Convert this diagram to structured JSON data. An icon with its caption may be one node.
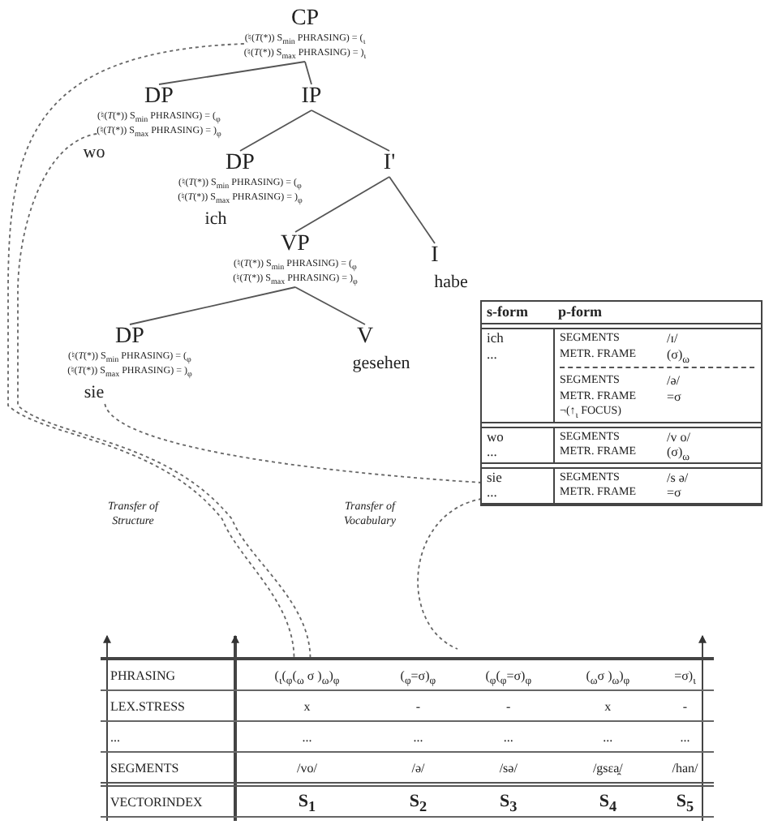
{
  "diagram": {
    "nodes": [
      {
        "text": [
          "CP",
          "(♮(*T*(*)) S$_{min}$ PHRASING) = ($_{ι}$",
          "(♮(*T*(*)) S$_{max}$ PHRASING) = )$_{ι}$"
        ]
      },
      {
        "text": [
          "DP",
          "(♮(*T*(*)) S$_{min}$ PHRASING) = ($_{φ}$",
          "(♮(*T*(*)) S$_{max}$ PHRASING) = )$_{φ}$",
          "wo"
        ]
      },
      {
        "text": [
          "IP"
        ]
      },
      {
        "text": [
          "DP",
          "(♮(*T*(*)) S$_{min}$ PHRASING) = ($_{φ}$",
          "(♮(*T*(*)) S$_{max}$ PHRASING) = )$_{φ}$",
          "ich"
        ]
      },
      {
        "text": [
          "I'"
        ]
      },
      {
        "text": [
          "VP",
          "(♮(*T*(*)) S$_{min}$ PHRASING) = ($_{φ}$",
          "(♮(*T*(*)) S$_{max}$ PHRASING) = )$_{φ}$"
        ]
      },
      {
        "text": [
          "I",
          "habe"
        ]
      },
      {
        "text": [
          "DP",
          "(♮(*T*(*)) S$_{min}$ PHRASING) = ($_{φ}$",
          "(♮(*T*(*)) S$_{max}$ PHRASING) = )$_{φ}$",
          "sie"
        ]
      },
      {
        "text": [
          "V",
          "gesehen"
        ]
      },
      {
        "text": [
          "s-form",
          "p-form"
        ]
      },
      {
        "text": [
          "ich",
          "...",
          "SEGMENTS",
          "/ɪ/",
          "METR. FRAME",
          "(σ)$_{ω}$",
          "SEGMENTS",
          "/ə/",
          "METR. FRAME",
          "=σ",
          "¬(↑$_{ι}$ FOCUS)"
        ],
        "in": 9
      },
      {
        "text": [
          "wo",
          "...",
          "SEGMENTS",
          "/v o/",
          "METR. FRAME",
          "(σ)$_{ω}$"
        ],
        "in": 9
      },
      {
        "text": [
          "sie",
          "...",
          "SEGMENTS",
          "/s ə/",
          "METR. FRAME",
          "=σ"
        ],
        "in": 9
      },
      {
        "text": [
          "($_{ι}$($_{φ}$($_{ω}$ σ )$_{ω}$)$_{φ}$"
        ]
      }
    ],
    "edges": [
      {
        "from": 0,
        "to": 1,
        "arrow": "none"
      },
      {
        "from": 0,
        "to": 2,
        "arrow": "none"
      },
      {
        "from": 2,
        "to": 3,
        "arrow": "none"
      },
      {
        "from": 2,
        "to": 4,
        "arrow": "none"
      },
      {
        "from": 4,
        "to": 5,
        "arrow": "none"
      },
      {
        "from": 4,
        "to": 6,
        "arrow": "none"
      },
      {
        "from": 5,
        "to": 7,
        "arrow": "none"
      },
      {
        "from": 5,
        "to": 8,
        "arrow": "none"
      },
      {
        "from": 0,
        "to": 13,
        "arrow": "none",
        "style": "dashed"
      },
      {
        "from": 1,
        "to": 13,
        "arrow": "none",
        "style": "dashed"
      },
      {
        "from": 7,
        "to": 12,
        "arrow": "none",
        "style": "dashed"
      },
      {
        "from": 12,
        "to": null,
        "arrow": "none",
        "style": "dashed"
      }
    ],
    "labels": [
      "Transfer of Structure",
      "Transfer of Vocabulary",
      "PHRASING",
      "($_{φ}$=σ)$_{φ}$",
      "($_{φ}$($_{φ}$=σ)$_{φ}$",
      "($_{ω}$σ )$_{ω}$)$_{φ}$",
      "=σ)$_{ι}$",
      "LEX.STRESS",
      "x",
      "-",
      "-",
      "x",
      "-",
      "...",
      "...",
      "...",
      "...",
      "...",
      "...",
      "SEGMENTS",
      "/vo/",
      "/ə/",
      "/sə/",
      "/gsɛa̯/",
      "/han/",
      "VECTORINDEX",
      "S$_{1}$",
      "S$_{2}$",
      "S$_{3}$",
      "S$_{4}$",
      "S$_{5}$"
    ]
  }
}
